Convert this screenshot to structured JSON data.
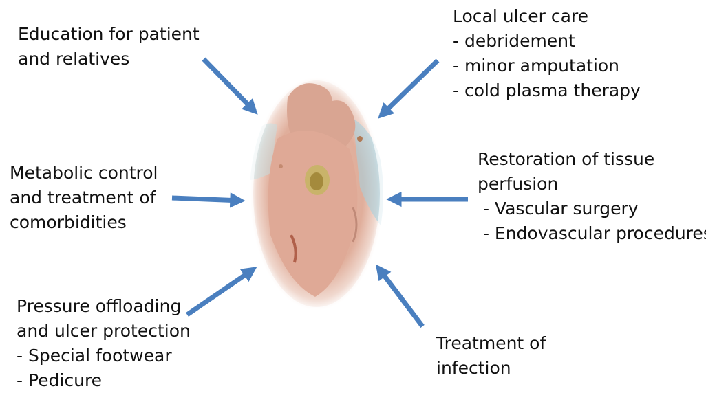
{
  "colors": {
    "arrow": "#4a7fbf",
    "text": "#111111",
    "skin": "#e3b4a2",
    "background": "#ffffff"
  },
  "center_image": {
    "icon": "diabetic-foot-ulcer-photo"
  },
  "labels": {
    "education": {
      "lines": [
        "Education for patient",
        "and relatives"
      ]
    },
    "local_care": {
      "lines": [
        "Local ulcer care",
        "- debridement",
        "- minor amputation",
        "- cold plasma therapy"
      ]
    },
    "metabolic": {
      "lines": [
        "Metabolic control",
        "and treatment of",
        "comorbidities"
      ]
    },
    "perfusion": {
      "lines": [
        "Restoration of tissue",
        "perfusion",
        " - Vascular surgery",
        " - Endovascular procedures"
      ]
    },
    "pressure": {
      "lines": [
        "Pressure offloading",
        "and ulcer protection",
        "- Special footwear",
        "- Pedicure"
      ]
    },
    "infection": {
      "lines": [
        "Treatment of",
        "infection"
      ]
    }
  }
}
